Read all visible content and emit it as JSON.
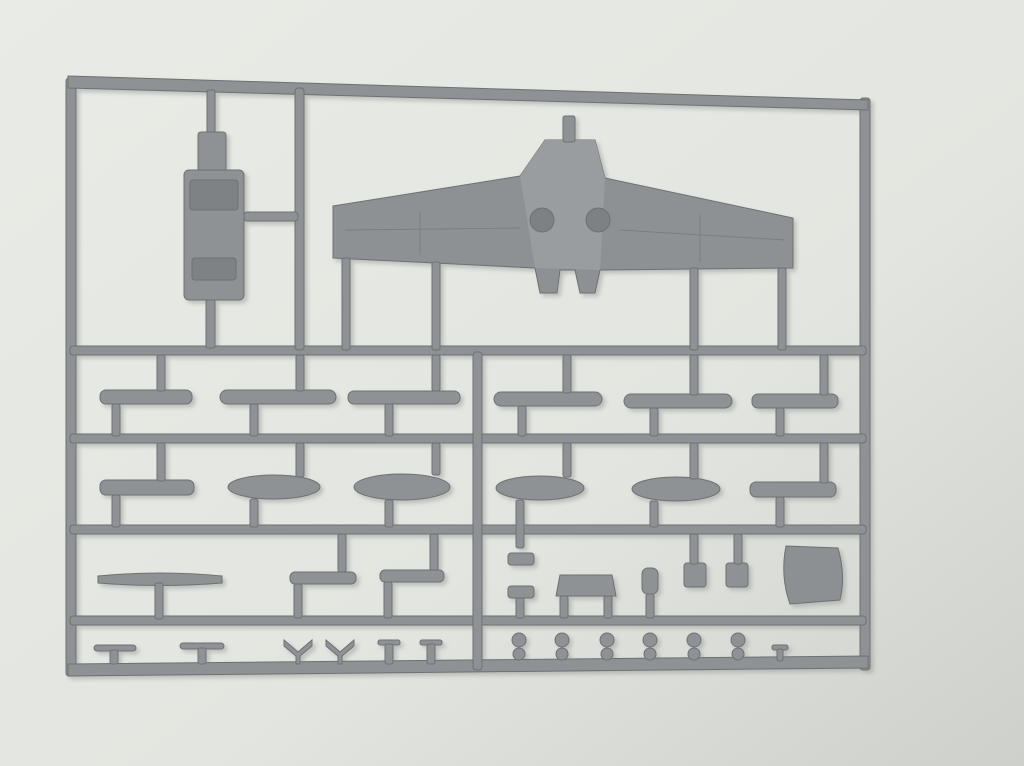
{
  "scene": {
    "subject": "plastic-model-kit-sprue",
    "colors": {
      "background_light": "#e6e8e3",
      "background_shadow": "#cfd1cc",
      "plastic": "#8f9294",
      "plastic_light": "#a3a6a8",
      "plastic_dark": "#6e7173",
      "panel_line": "#7b7e80"
    },
    "parts": [
      {
        "id": "wing",
        "kind": "wing"
      },
      {
        "id": "cockpit-tub",
        "kind": "cockpit"
      },
      {
        "id": "propeller",
        "kind": "propeller"
      },
      {
        "id": "rudder-panel",
        "kind": "panel"
      },
      {
        "id": "drop-tanks",
        "kind": "tank",
        "count": 5
      },
      {
        "id": "rod-parts",
        "kind": "rod",
        "count": 10
      },
      {
        "id": "wheels",
        "kind": "wheel",
        "count": 6
      },
      {
        "id": "small-fittings",
        "kind": "fitting",
        "count": 6
      }
    ]
  }
}
